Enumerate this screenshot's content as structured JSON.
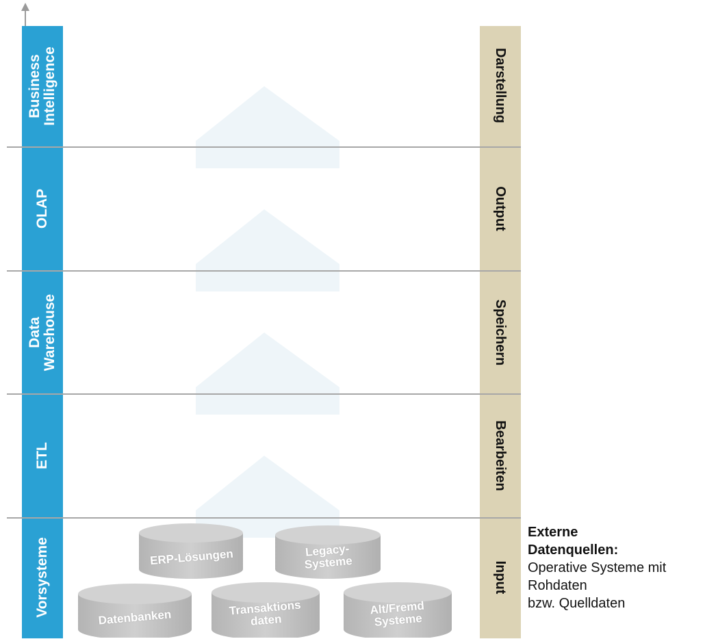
{
  "layers": [
    {
      "left_label_lines": [
        "Business",
        "Intelligence"
      ],
      "right_label": "Darstellung"
    },
    {
      "left_label_lines": [
        "OLAP"
      ],
      "right_label": "Output"
    },
    {
      "left_label_lines": [
        "Data",
        "Warehouse"
      ],
      "right_label": "Speichern"
    },
    {
      "left_label_lines": [
        "ETL"
      ],
      "right_label": "Bearbeiten"
    },
    {
      "left_label_lines": [
        "Vorsysteme"
      ],
      "right_label": "Input"
    }
  ],
  "sources": {
    "erp": "ERP-Lösungen",
    "legacy_lines": [
      "Legacy-",
      "Systeme"
    ],
    "datenbanken": "Datenbanken",
    "transaktion_lines": [
      "Transaktions",
      "daten"
    ],
    "altfremd_lines": [
      "Alt/Fremd",
      "Systeme"
    ]
  },
  "external": {
    "heading_lines": [
      "Externe",
      "Datenquellen:"
    ],
    "body_lines": [
      "Operative Systeme mit",
      "Rohdaten",
      "bzw. Quelldaten"
    ]
  },
  "colors": {
    "left_bar": "#2aa1d4",
    "right_bar": "#dcd3b5",
    "arrow_fill": "#eef5f9",
    "cylinder": "#c2c2c2",
    "separator": "#a7a7a7"
  }
}
